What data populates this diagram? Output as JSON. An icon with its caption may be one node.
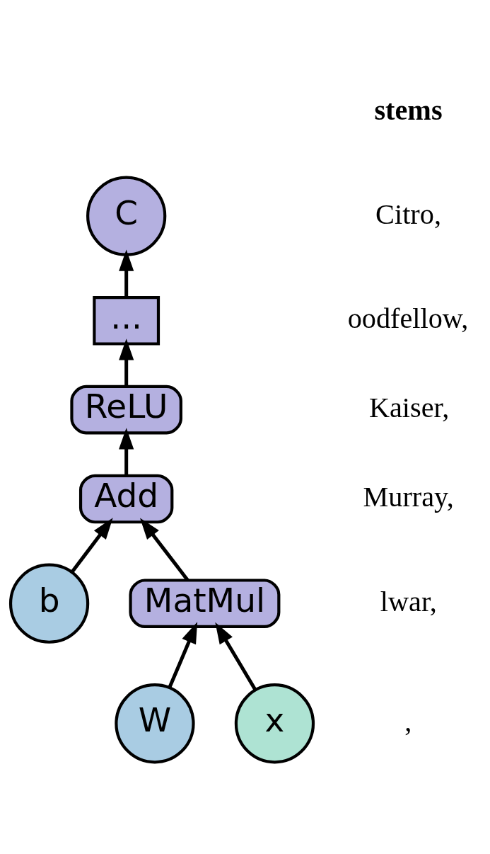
{
  "diagram": {
    "nodes": [
      {
        "text": [
          "C"
        ]
      },
      {
        "text": [
          "..."
        ]
      },
      {
        "text": [
          "ReLU"
        ]
      },
      {
        "text": [
          "Add"
        ]
      },
      {
        "text": [
          "b"
        ]
      },
      {
        "text": [
          "MatMul"
        ]
      },
      {
        "text": [
          "W"
        ]
      },
      {
        "text": [
          "x"
        ]
      }
    ],
    "edges": [
      {
        "from": 1,
        "to": 0,
        "arrow": "to"
      },
      {
        "from": 2,
        "to": 1,
        "arrow": "to"
      },
      {
        "from": 3,
        "to": 2,
        "arrow": "to"
      },
      {
        "from": 4,
        "to": 3,
        "arrow": "to"
      },
      {
        "from": 5,
        "to": 3,
        "arrow": "to"
      },
      {
        "from": 6,
        "to": 5,
        "arrow": "to"
      },
      {
        "from": 7,
        "to": 5,
        "arrow": "to"
      }
    ],
    "labels": [
      "stems",
      "Citro,",
      "oodfellow,",
      "Kaiser,",
      "Murray,",
      "lwar,",
      ","
    ]
  }
}
